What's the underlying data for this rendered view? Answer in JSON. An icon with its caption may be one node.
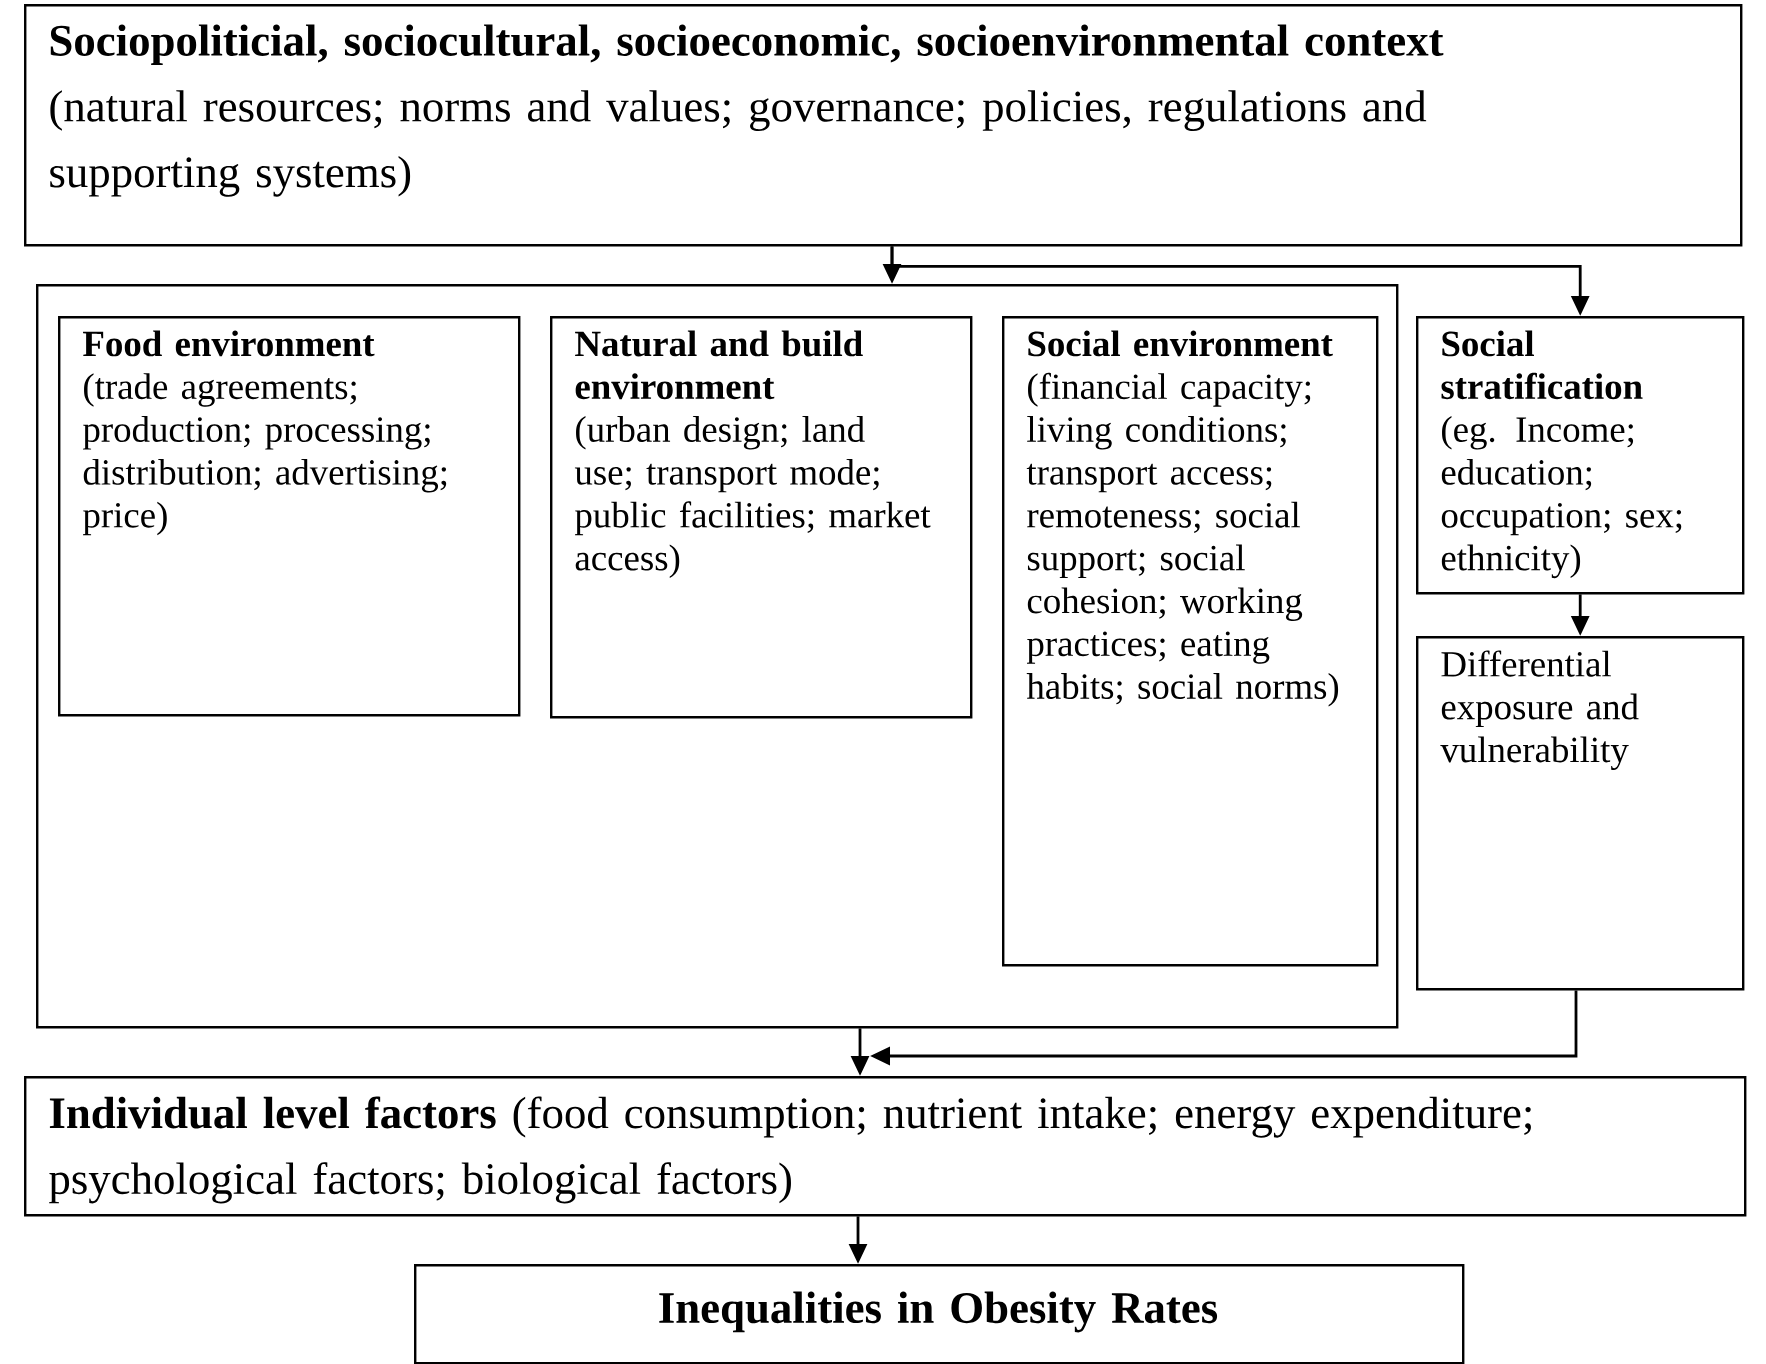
{
  "diagram": {
    "nodes": [
      {
        "text": [
          "Sociopoliticial, sociocultural, socioeconomic, socioenvironmental context",
          "(natural resources; norms and values; governance; policies, regulations and supporting systems)"
        ]
      },
      {
        "text": [],
        "shape": "box"
      },
      {
        "text": [
          "Food environment",
          "(trade agreements; production; processing; distribution; advertising; price)"
        ],
        "in": 1
      },
      {
        "text": [
          "Natural and build environment",
          "(urban design; land use; transport mode; public facilities; market access)"
        ],
        "in": 1
      },
      {
        "text": [
          "Social environment",
          "(financial capacity; living conditions; transport access; remoteness; social support; social cohesion; working practices; eating habits; social norms)"
        ],
        "in": 1
      },
      {
        "text": [
          "Social stratification",
          "(eg. Income; education; occupation; sex; ethnicity)"
        ]
      },
      {
        "text": [
          "Differential exposure and vulnerability"
        ]
      },
      {
        "text": [
          "**Individual level factors** (food consumption; nutrient intake; energy expenditure; psychological factors; biological factors)"
        ]
      },
      {
        "text": [
          "Inequalities in Obesity Rates"
        ]
      }
    ],
    "edges": [
      {
        "from": 0,
        "to": 1,
        "arrow": "to"
      },
      {
        "from": 0,
        "to": 5,
        "arrow": "to"
      },
      {
        "from": 5,
        "to": 6,
        "arrow": "to"
      },
      {
        "from": 1,
        "to": 7,
        "arrow": "to"
      },
      {
        "from": 6,
        "to": 7,
        "arrow": "to"
      },
      {
        "from": 7,
        "to": 8,
        "arrow": "to"
      }
    ]
  }
}
